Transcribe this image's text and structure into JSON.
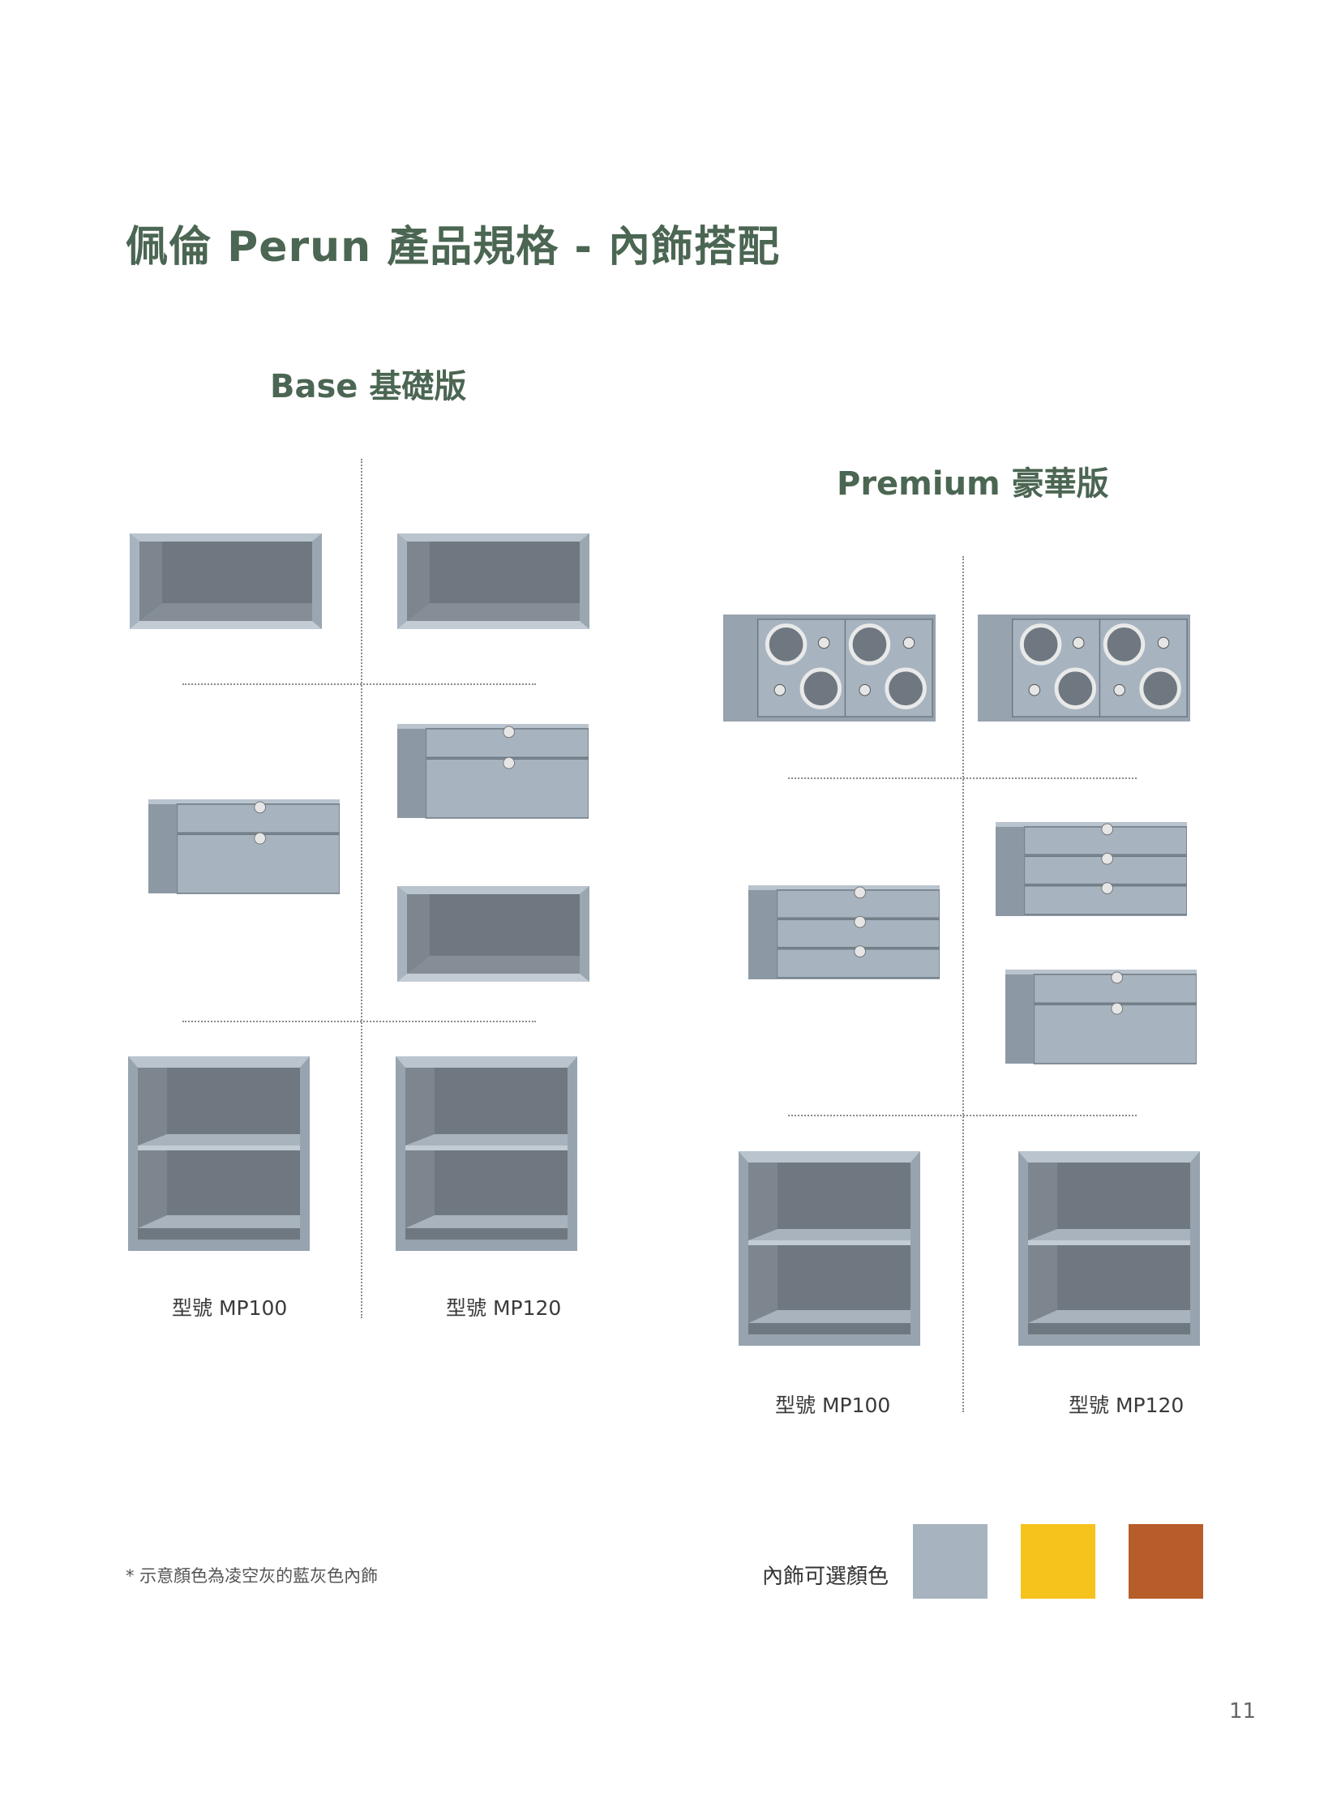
{
  "page": {
    "title": "佩倫 Perun 產品規格 - 內飾搭配",
    "page_number": "11"
  },
  "base": {
    "heading": "Base 基礎版",
    "models": [
      "型號 MP100",
      "型號 MP120"
    ]
  },
  "premium": {
    "heading": "Premium 豪華版",
    "models": [
      "型號 MP100",
      "型號 MP120"
    ]
  },
  "footnote": "* 示意顏色為凌空灰的藍灰色內飾",
  "interior_colors": {
    "label": "內飾可選顏色",
    "swatches": [
      "#a7b4c0",
      "#f6c21c",
      "#b75d2a"
    ]
  },
  "cabinet_color": "#a7b4c0"
}
